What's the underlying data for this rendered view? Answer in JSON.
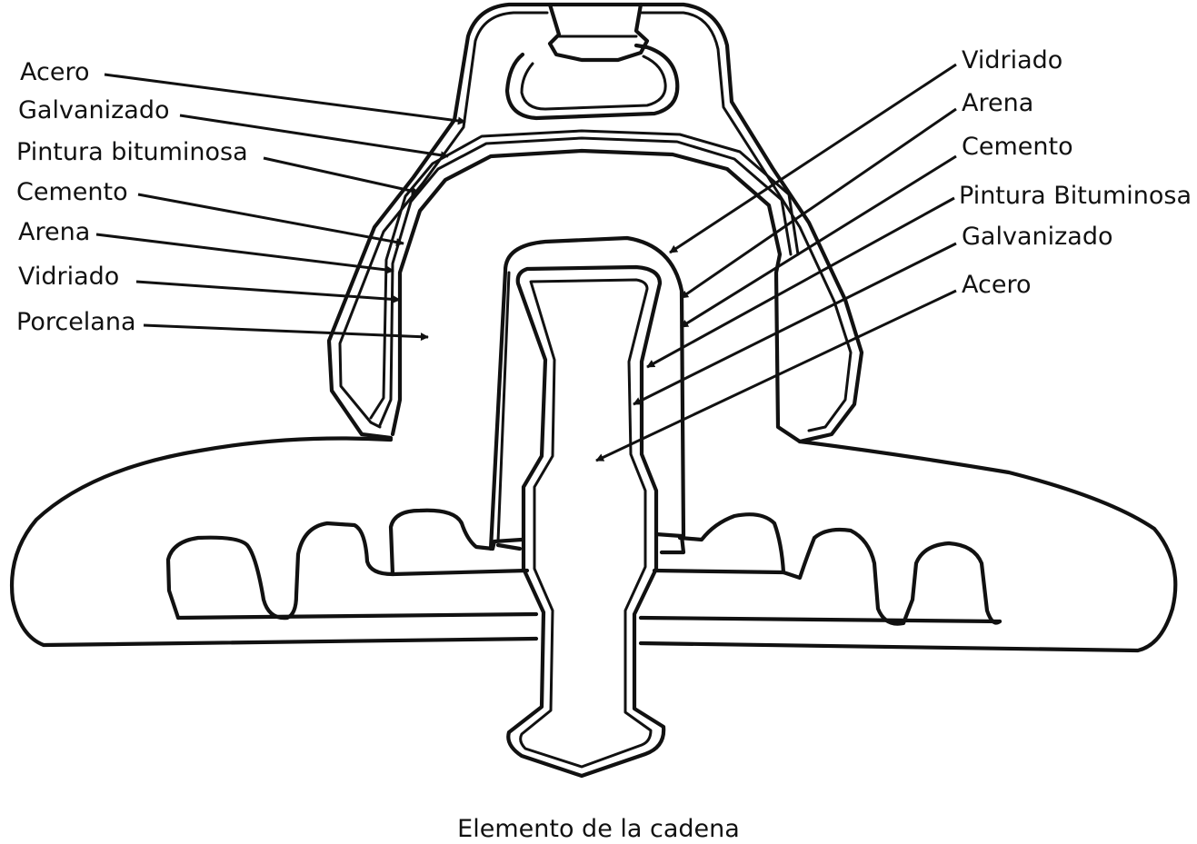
{
  "caption": "Elemento de la cadena",
  "labels_left": [
    "Acero",
    "Galvanizado",
    "Pintura bituminosa",
    "Cemento",
    "Arena",
    "Vidriado",
    "Porcelana"
  ],
  "labels_right": [
    "Vidriado",
    "Arena",
    "Cemento",
    "Pintura Bituminosa",
    "Galvanizado",
    "Acero"
  ]
}
